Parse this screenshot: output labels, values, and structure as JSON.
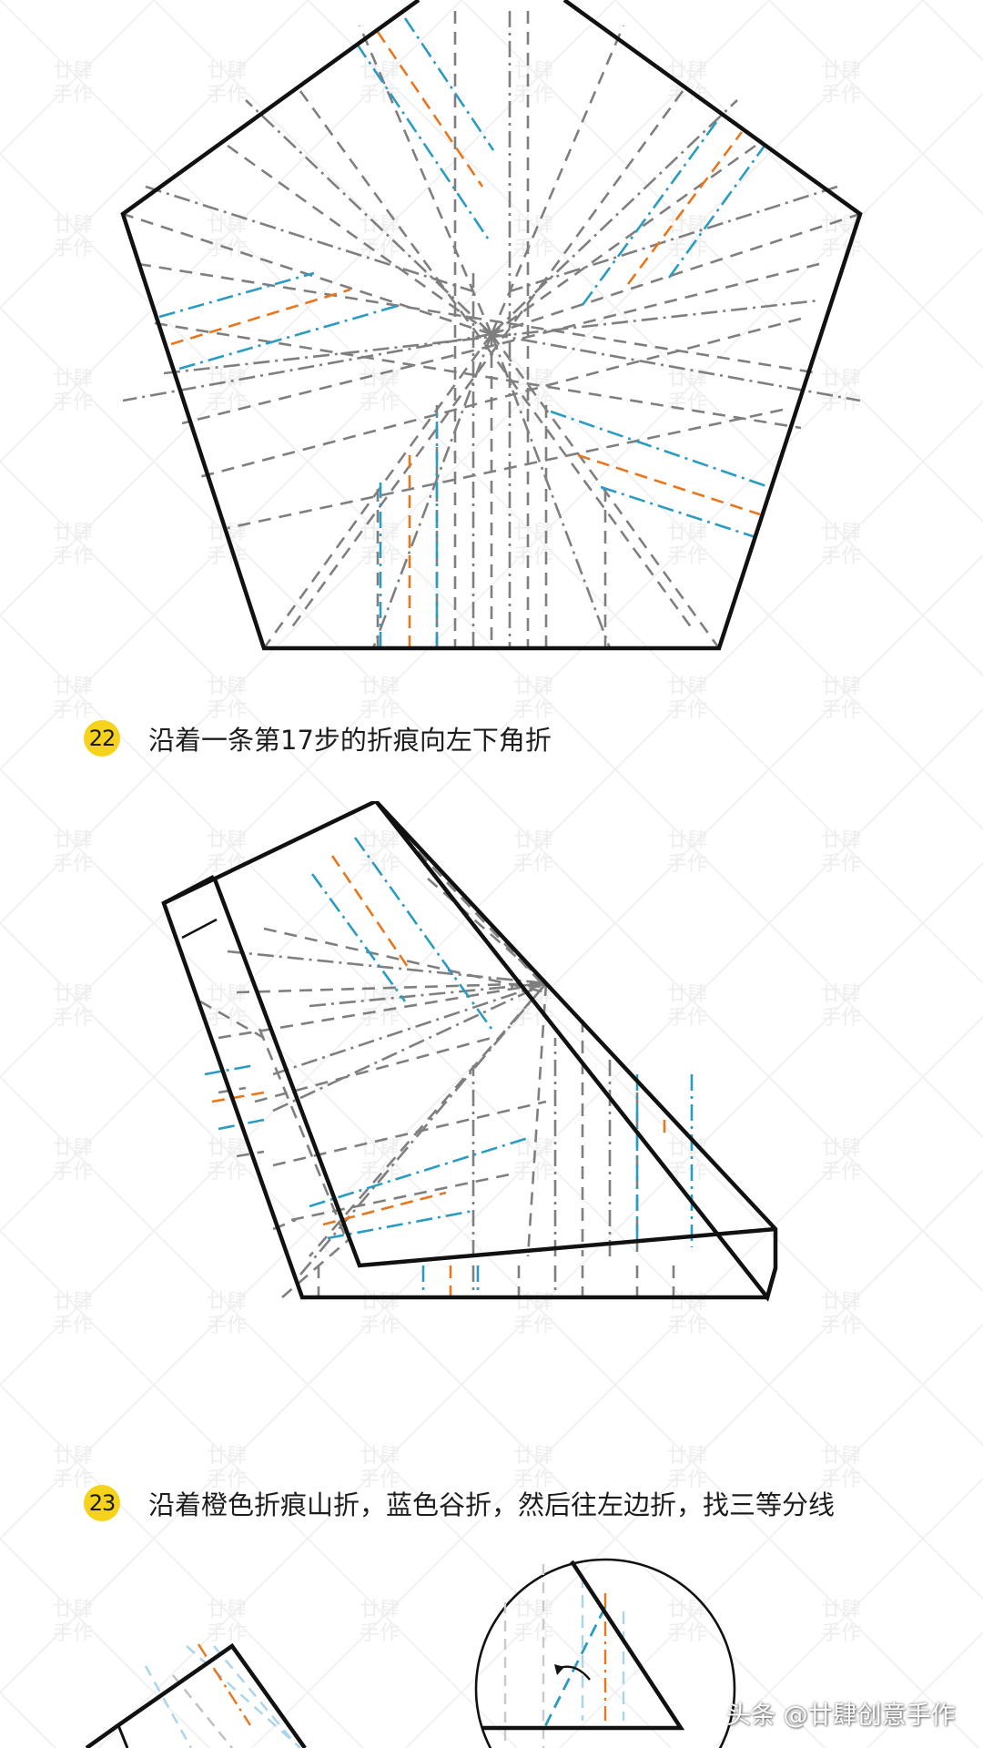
{
  "watermark": {
    "text_top": "廿肆",
    "text_bottom": "手作"
  },
  "steps": [
    {
      "number": "22",
      "text": "沿着一条第17步的折痕向左下角折"
    },
    {
      "number": "23",
      "text": "沿着橙色折痕山折，蓝色谷折，然后往左边折，找三等分线"
    }
  ],
  "footer": {
    "credit": "头条 @廿肆创意手作"
  },
  "colors": {
    "outline": "#111111",
    "gray_crease": "#7f7f7f",
    "blue_crease": "#2a9bc2",
    "orange_crease": "#e8761c",
    "light_blue_crease": "#a9d4ea",
    "badge": "#f5d31c"
  }
}
